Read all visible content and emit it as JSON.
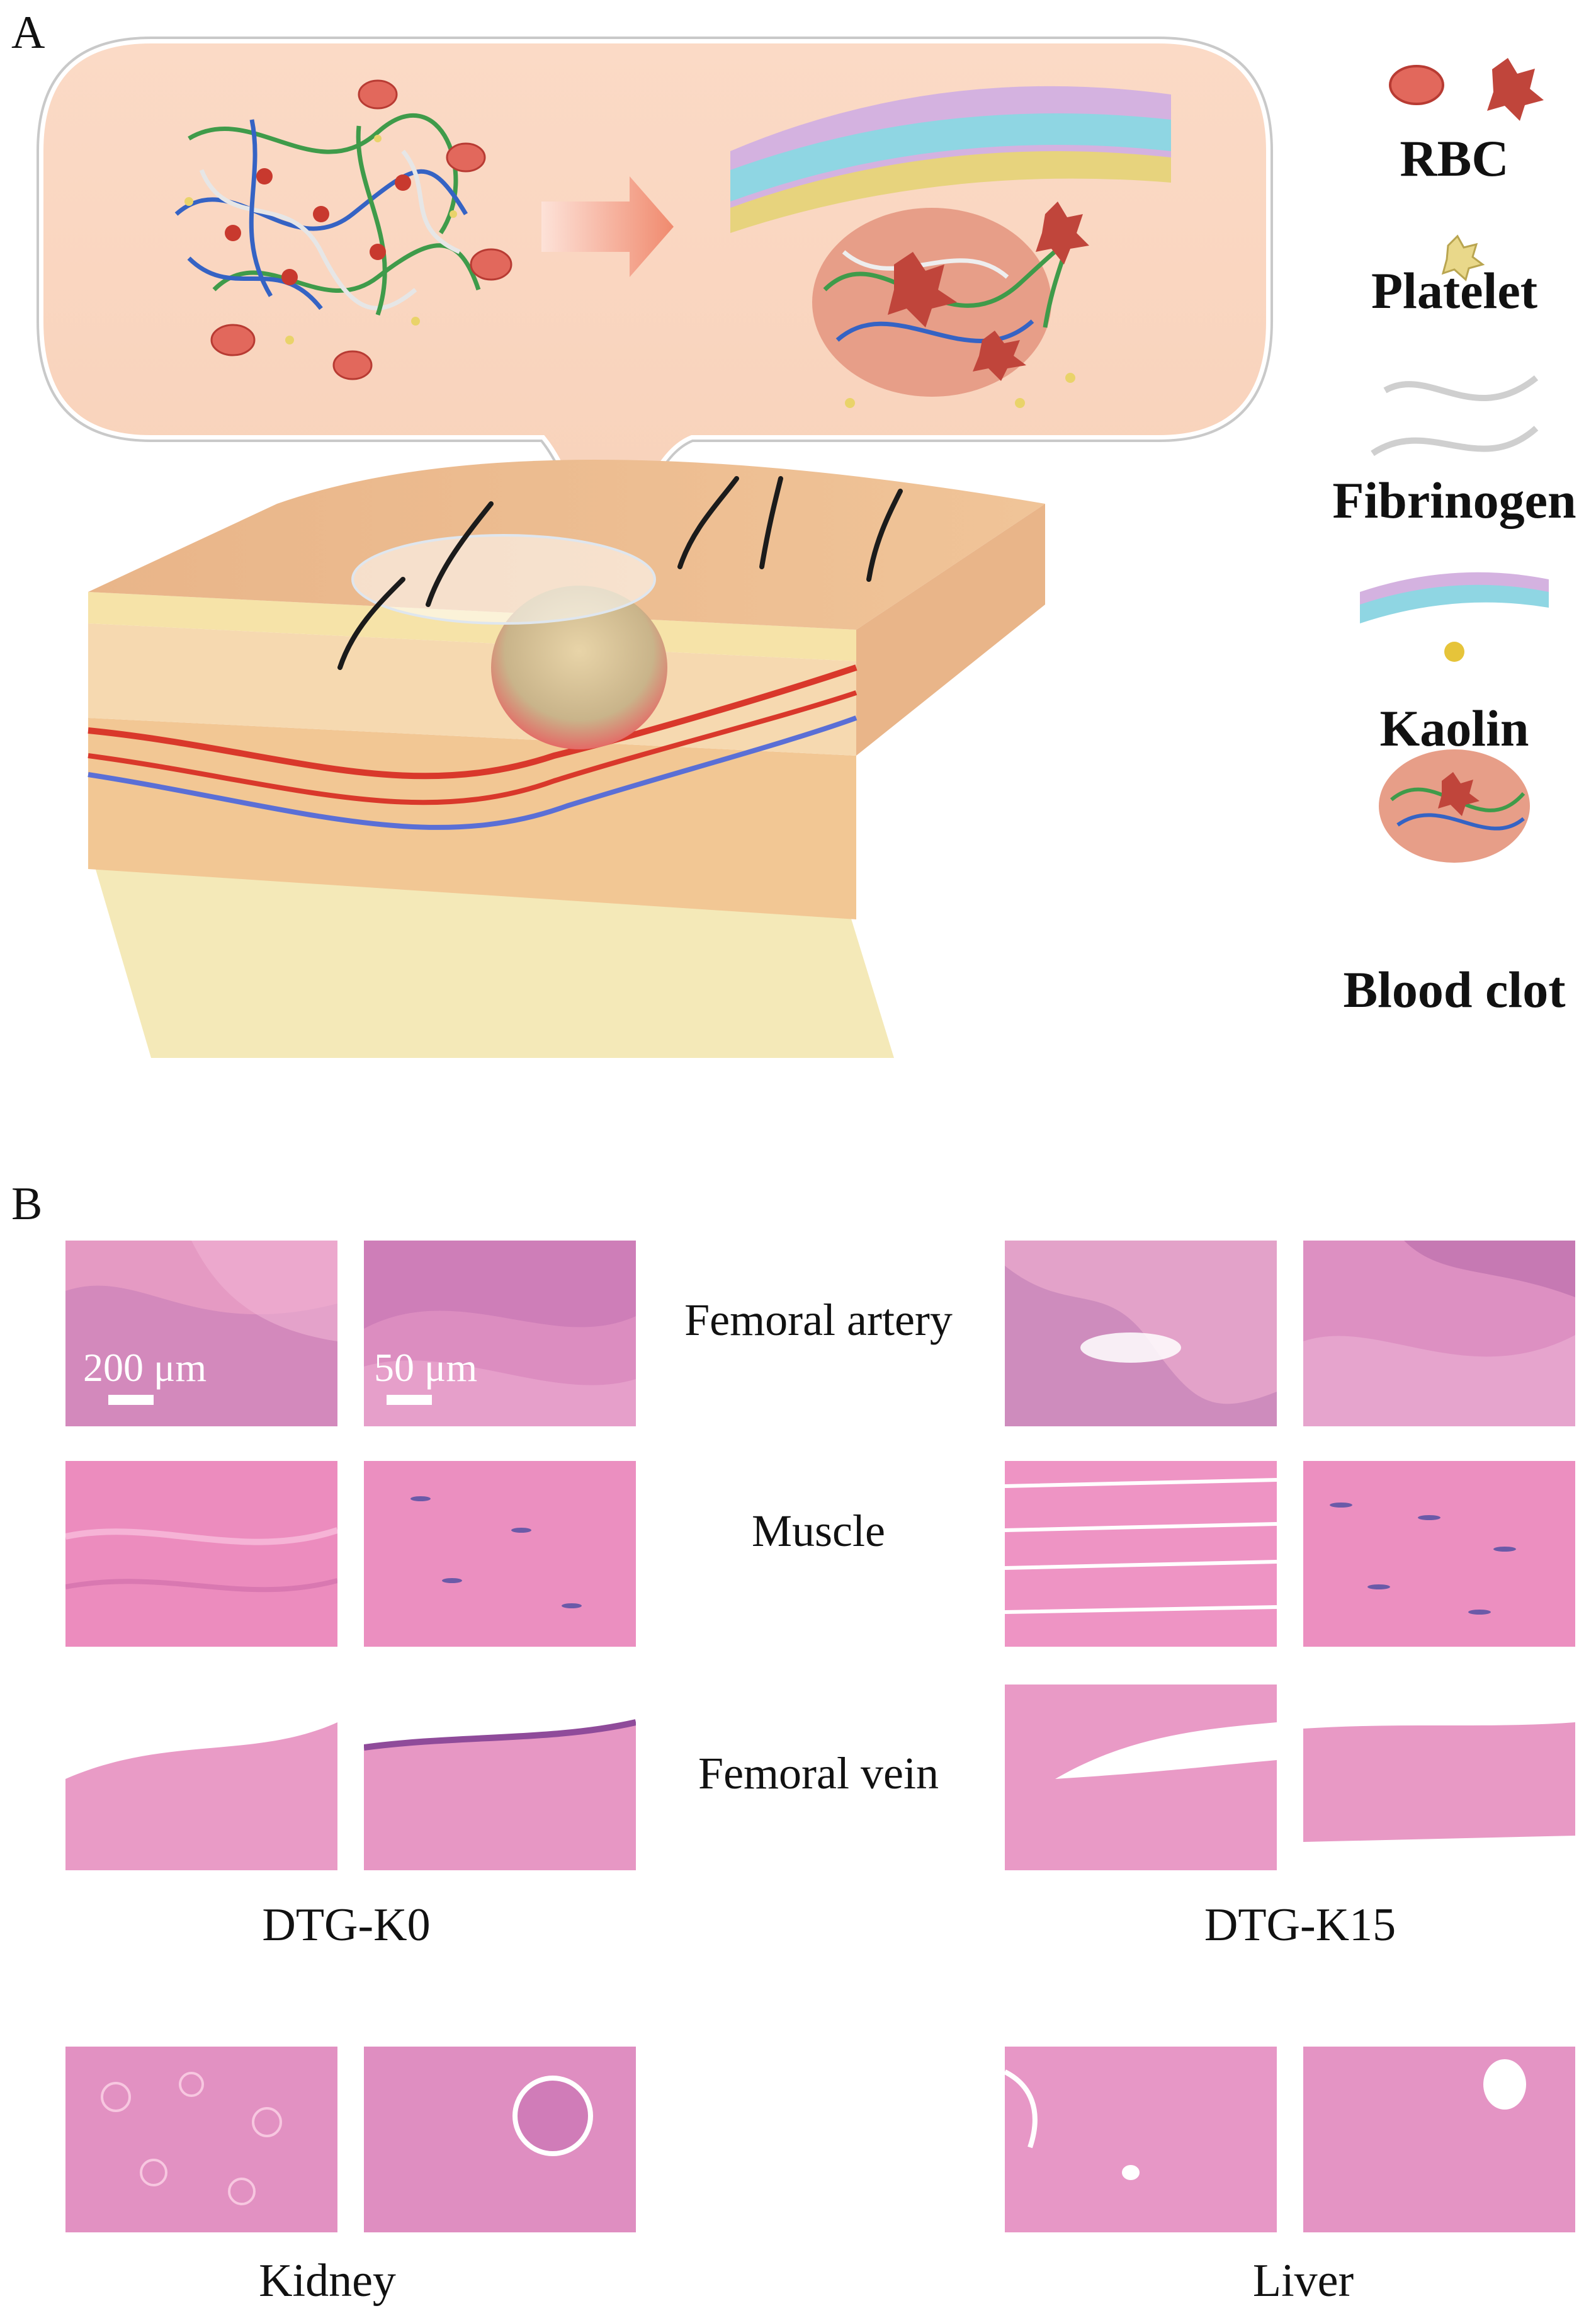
{
  "panels": {
    "a": "A",
    "b": "B"
  },
  "legend": {
    "rbc": "RBC",
    "platelet": "Platelet",
    "fibrinogen": "Fibrinogen",
    "kaolin": "Kaolin",
    "blood_clot": "Blood clot"
  },
  "histology": {
    "rows": {
      "artery": "Femoral artery",
      "muscle": "Muscle",
      "vein": "Femoral vein"
    },
    "groups": {
      "left": "DTG-K0",
      "right": "DTG-K15"
    },
    "organs": {
      "kidney": "Kidney",
      "liver": "Liver"
    },
    "scale_low": "200 μm",
    "scale_high": "50 μm"
  },
  "colors": {
    "skin": "#e8b98a",
    "epidermis": "#f2d9a6",
    "artery": "#d9382b",
    "vein": "#5a6fd6",
    "he_pink": "#e07fb2",
    "he_purple": "#9b4c9e"
  }
}
